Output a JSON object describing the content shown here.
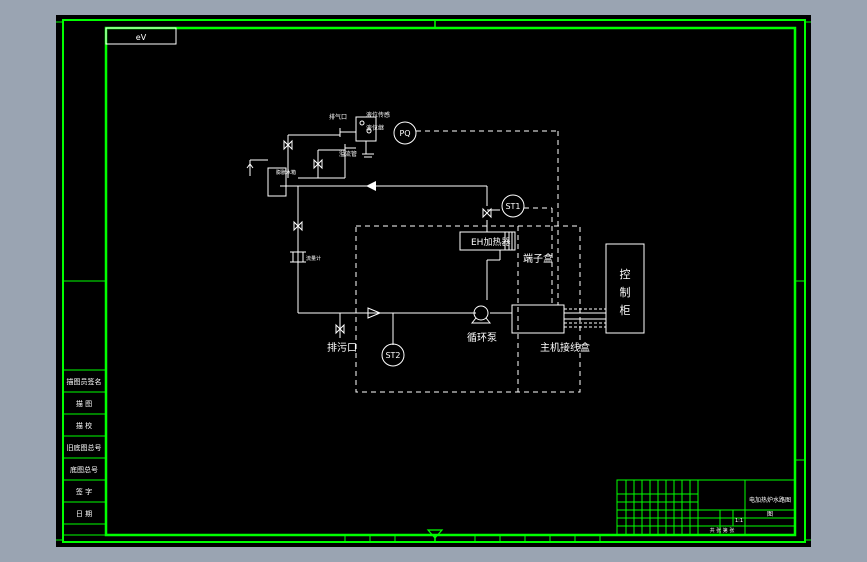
{
  "colors": {
    "outer_bg": "#9aa4b2",
    "sheet": "#000000",
    "frame": "#00ff00",
    "linework": "#ffffff"
  },
  "sheet_tag": "eV",
  "components": {
    "vent_port": "排气口",
    "level_gauge": "液位传感",
    "level_relay": "液位继",
    "overflow_pipe": "溢流管",
    "expansion_tank": "膨胀水箱",
    "flow_meter": "流量计",
    "pq": "PQ",
    "st1": "ST1",
    "st2": "ST2",
    "heater": "EH加热器",
    "terminal_box": "端子盒",
    "pump": "循环泵",
    "drain": "排污口",
    "main_junction_box": "主机接线盒",
    "control_cabinet": [
      "控",
      "制",
      "柜"
    ]
  },
  "side_stamps": [
    "描图员签名",
    "描  图",
    "描  校",
    "旧底图总号",
    "底图总号",
    "签  字",
    "日  期"
  ],
  "title_block": {
    "drawing_name": "电加热炉水路图",
    "drawing_code": "图",
    "scale": "1:1",
    "sheet": "共 张 第 张"
  }
}
